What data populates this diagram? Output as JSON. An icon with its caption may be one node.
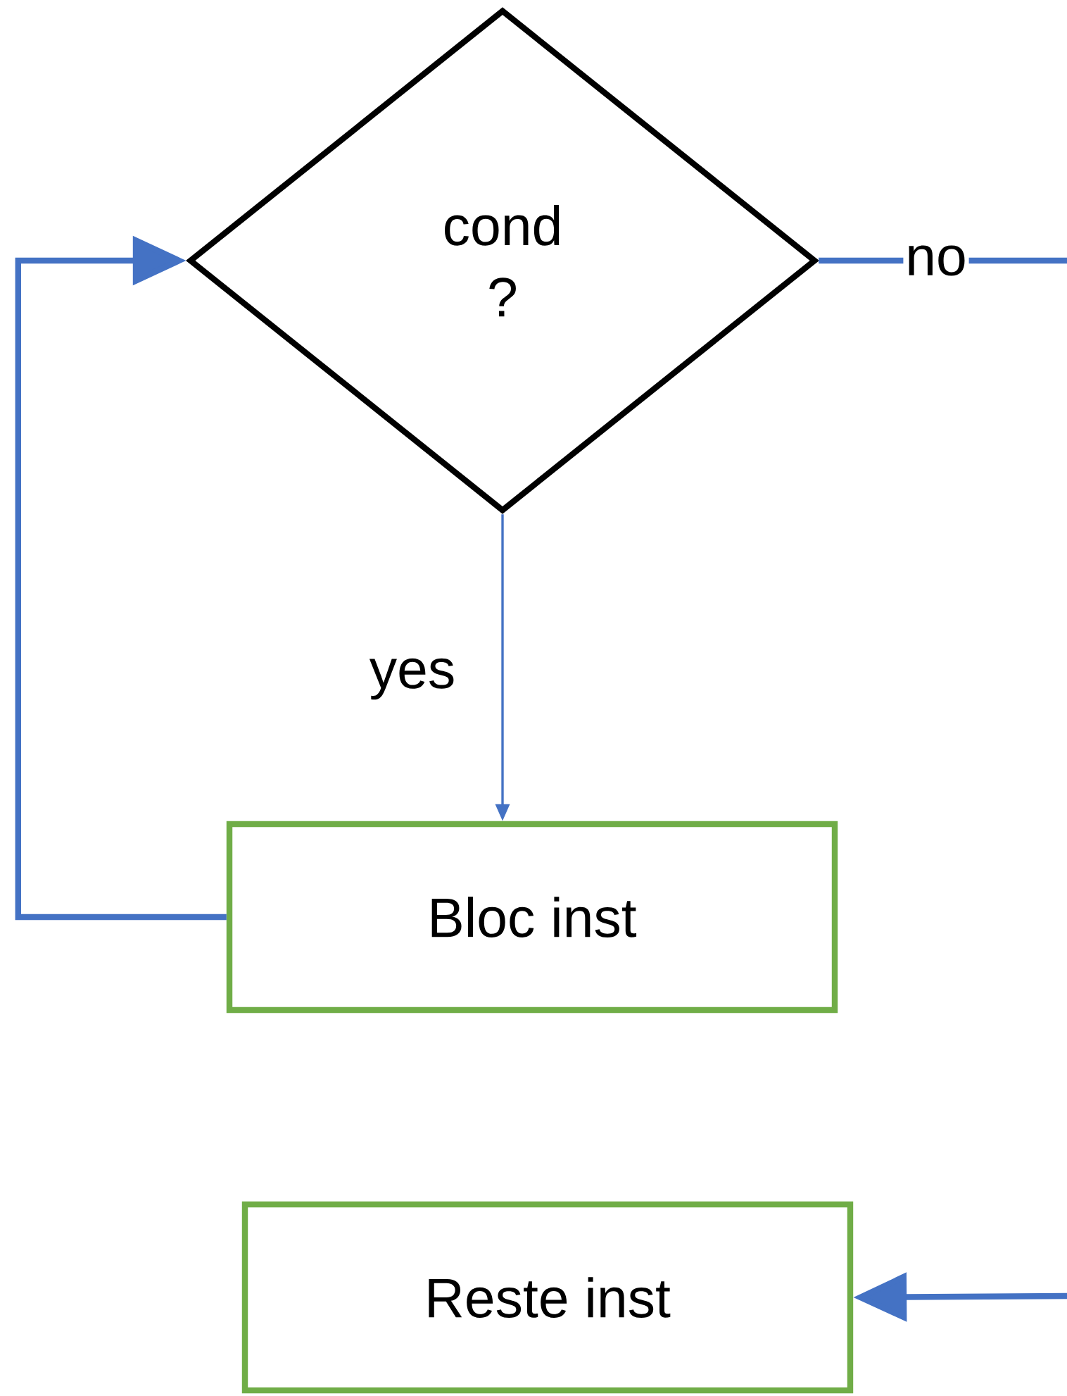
{
  "diagram": {
    "nodes": [
      {
        "text": [
          "cond ?"
        ]
      },
      {
        "text": [
          "Bloc inst"
        ]
      },
      {
        "text": [
          "Reste inst"
        ]
      }
    ],
    "edges": [
      {
        "from": 0,
        "to": 1,
        "arrow": "to",
        "label": "yes"
      },
      {
        "from": 1,
        "to": 0,
        "arrow": "to"
      },
      {
        "from": 0,
        "to": null,
        "arrow": "none",
        "label": "no"
      },
      {
        "from": null,
        "to": 2,
        "arrow": "to"
      }
    ]
  }
}
